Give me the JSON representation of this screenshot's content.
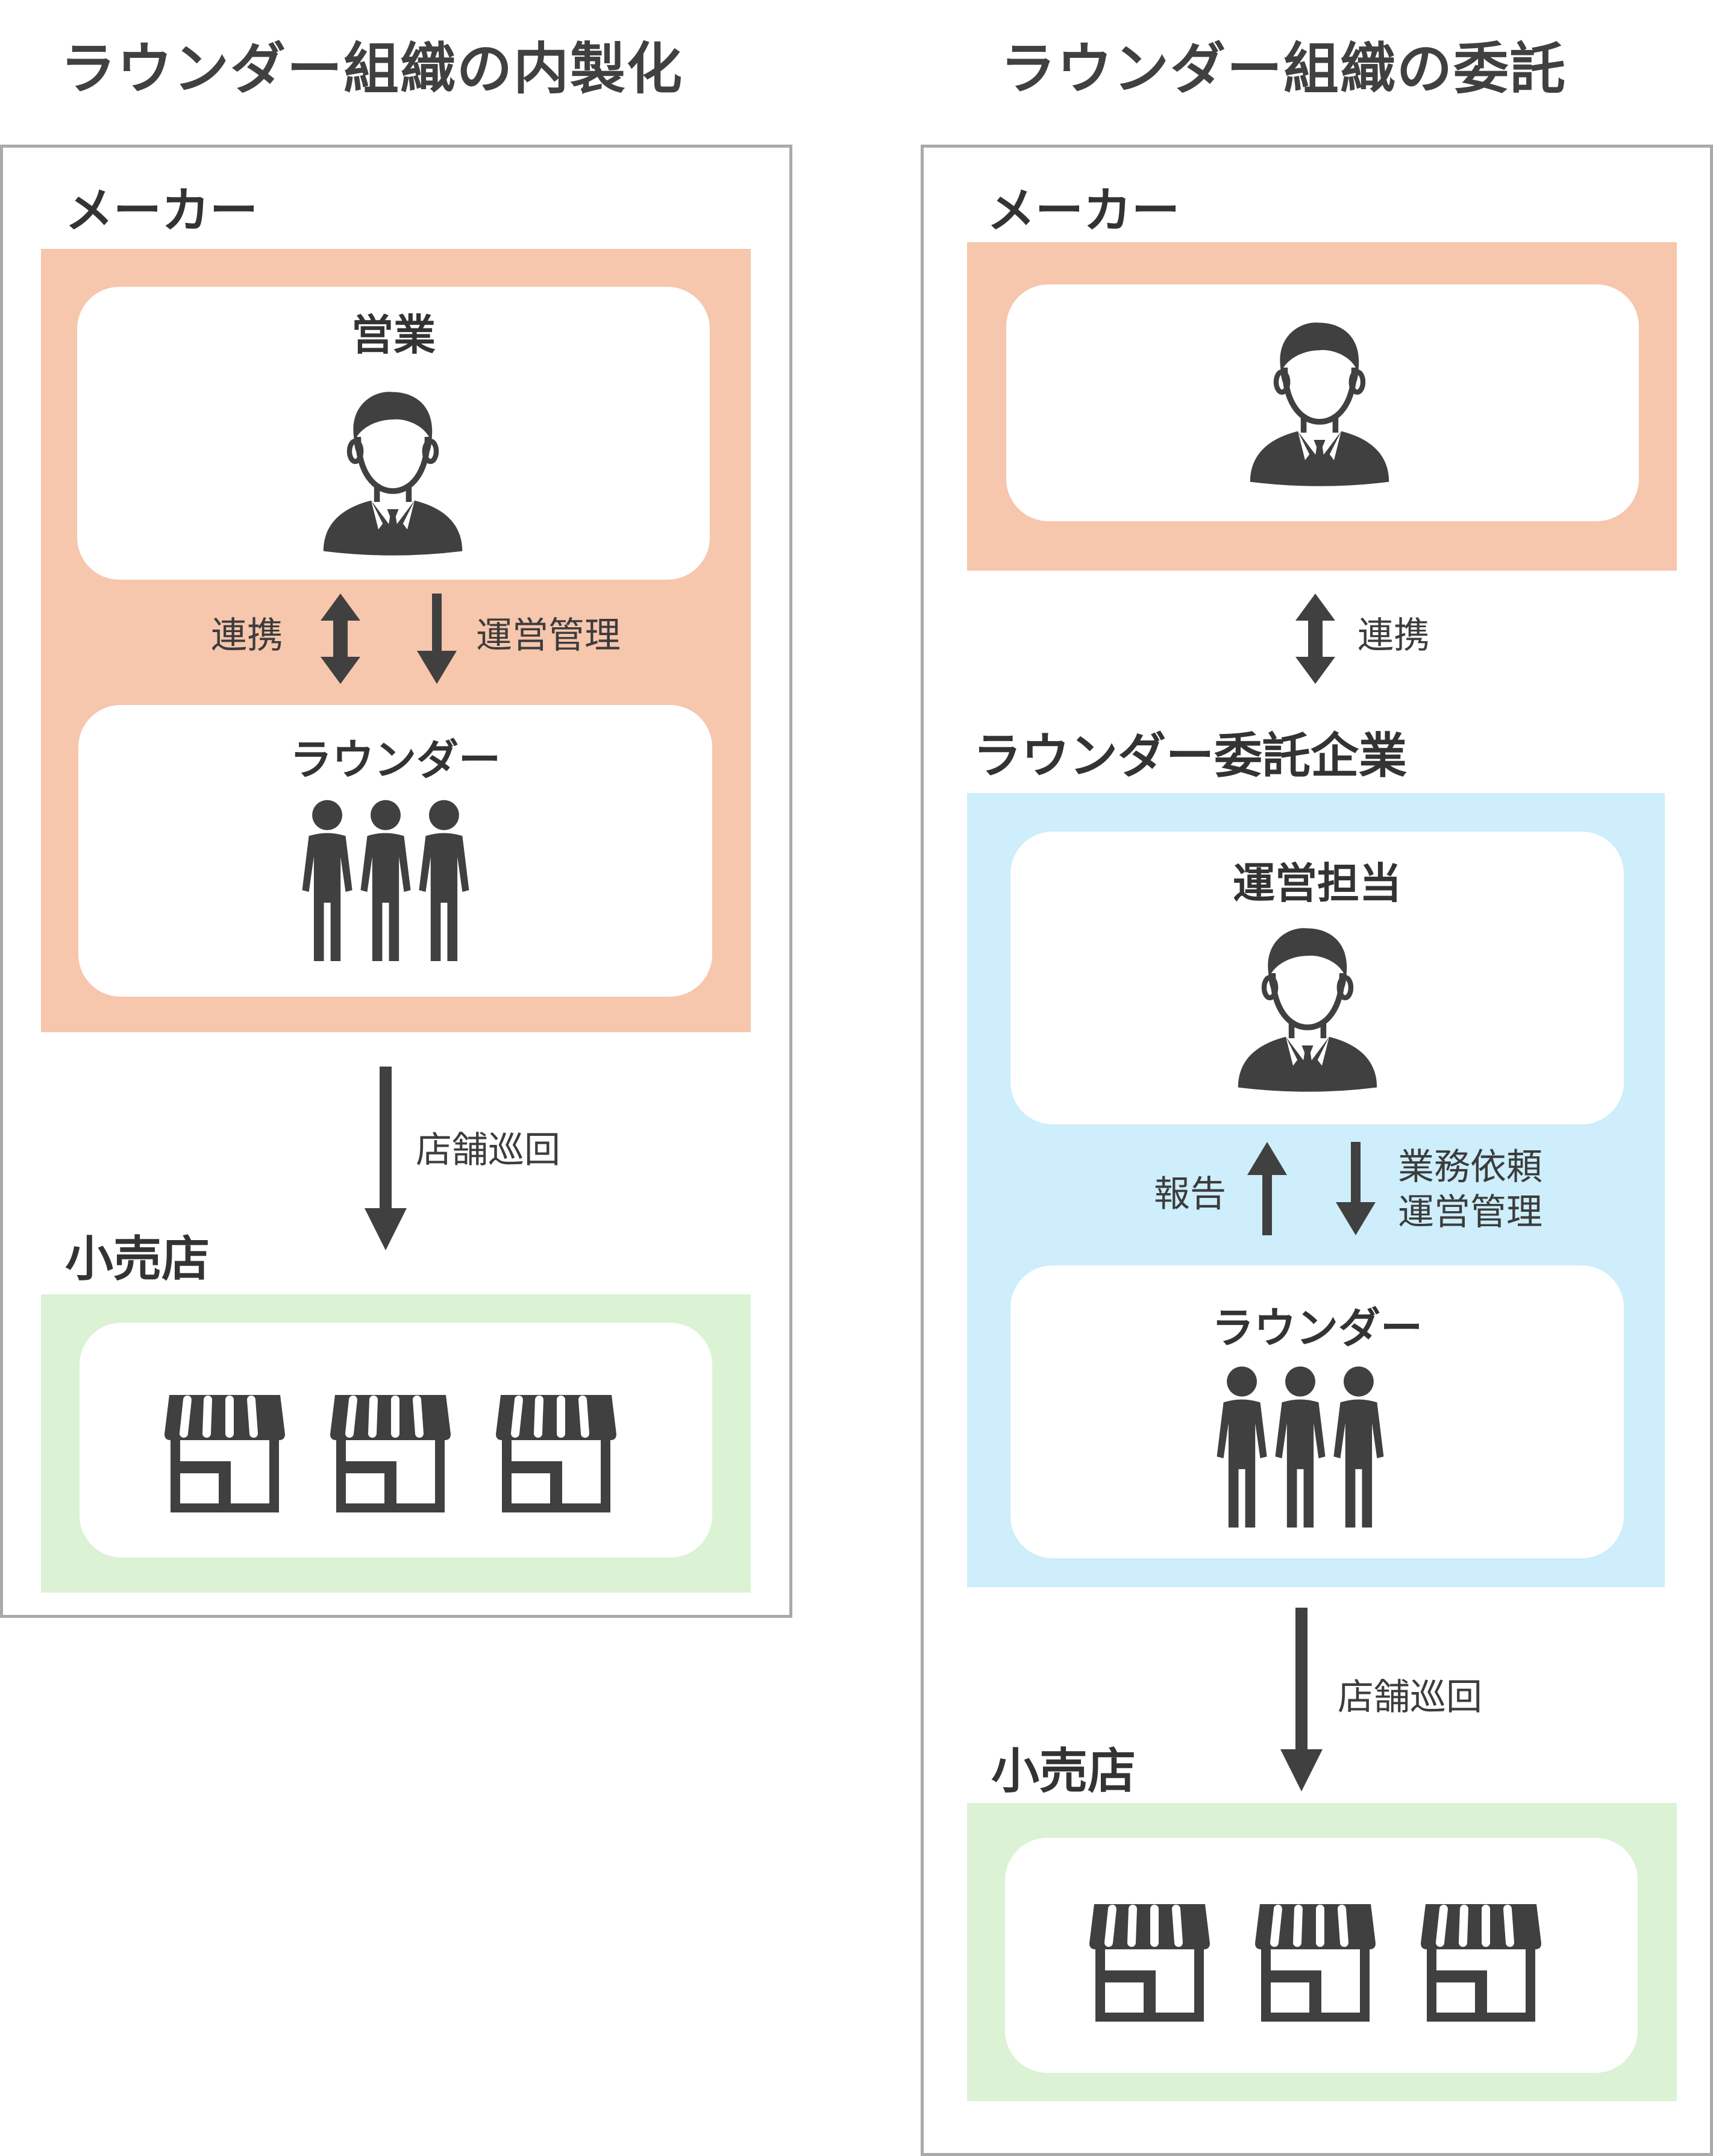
{
  "left": {
    "title": "ラウンダー組織の内製化",
    "maker": {
      "label": "メーカー",
      "sales_card": "営業",
      "rounder_card": "ラウンダー"
    },
    "arrows": {
      "link": "連携",
      "management": "運営管理",
      "store_visit": "店舗巡回"
    },
    "retail_label": "小売店"
  },
  "right": {
    "title": "ラウンダー組織の委託",
    "maker_label": "メーカー",
    "link": "連携",
    "agency": {
      "label": "ラウンダー委託企業",
      "manager_card": "運営担当",
      "rounder_card": "ラウンダー"
    },
    "arrows": {
      "report": "報告",
      "request_line1": "業務依頼",
      "request_line2": "運営管理",
      "store_visit": "店舗巡回"
    },
    "retail_label": "小売店"
  },
  "colors": {
    "maker_bg": "#f6c6ad",
    "agency_bg": "#cdeefa",
    "retail_bg": "#dbf2d5",
    "icon": "#404040",
    "frame_border": "#a9a9a9"
  },
  "icons": [
    "businessman-icon",
    "group-people-icon",
    "store-icon"
  ]
}
